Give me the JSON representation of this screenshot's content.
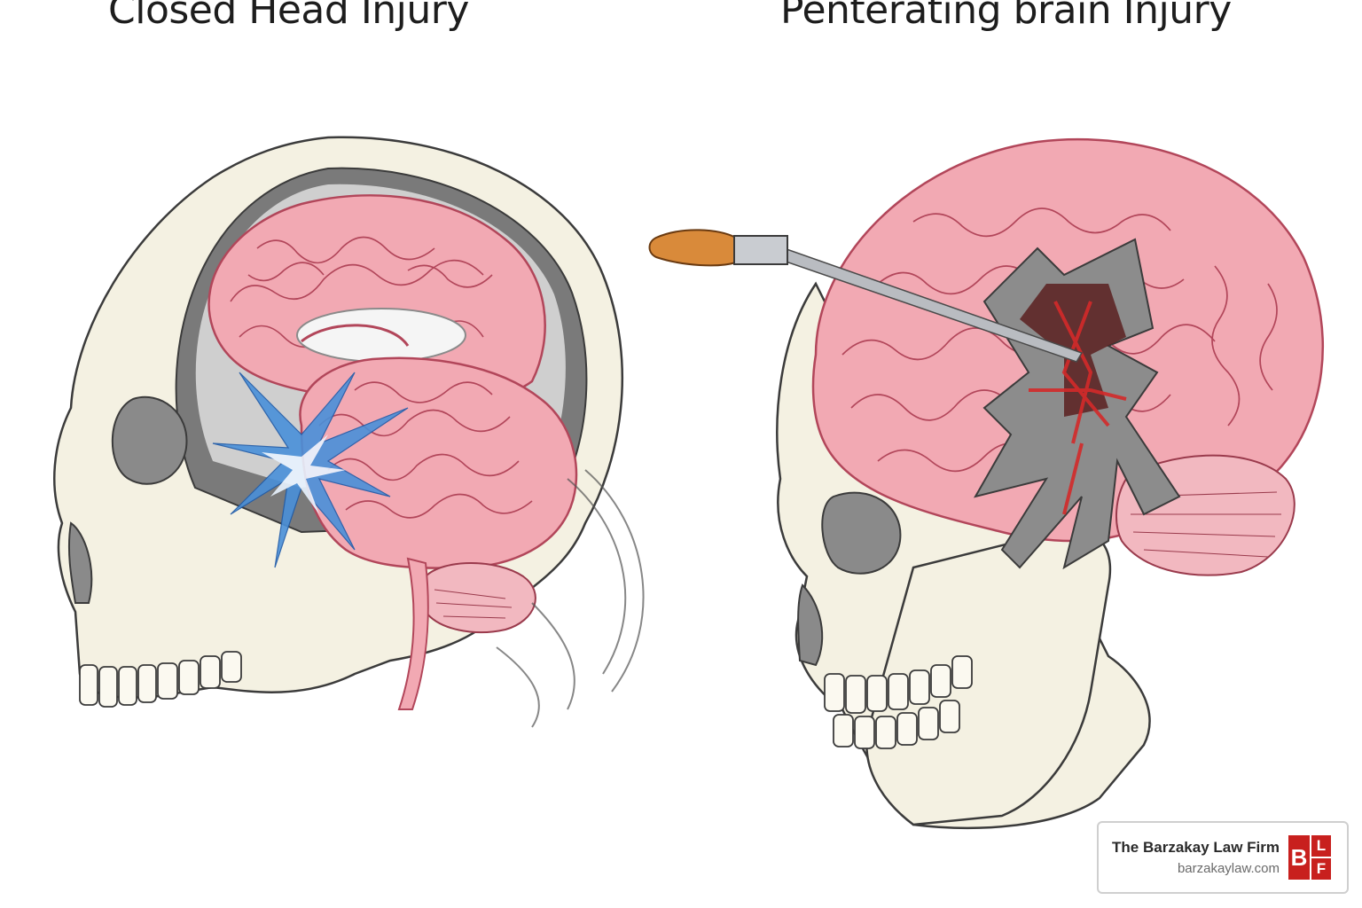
{
  "titles": {
    "left": "Closed Head Injury",
    "right": "Penterating brain Injury"
  },
  "brand": {
    "name": "The Barzakay Law Firm",
    "url": "barzakaylaw.com",
    "logo_letters": {
      "b": "B",
      "l": "L",
      "f": "F"
    }
  },
  "colors": {
    "brain": "#f2a9b3",
    "brain_outline": "#b2465a",
    "bone": "#f4f1e2",
    "impact": "#4a90d9",
    "bullet": "#d98a3a",
    "brand_red": "#c8201e"
  }
}
